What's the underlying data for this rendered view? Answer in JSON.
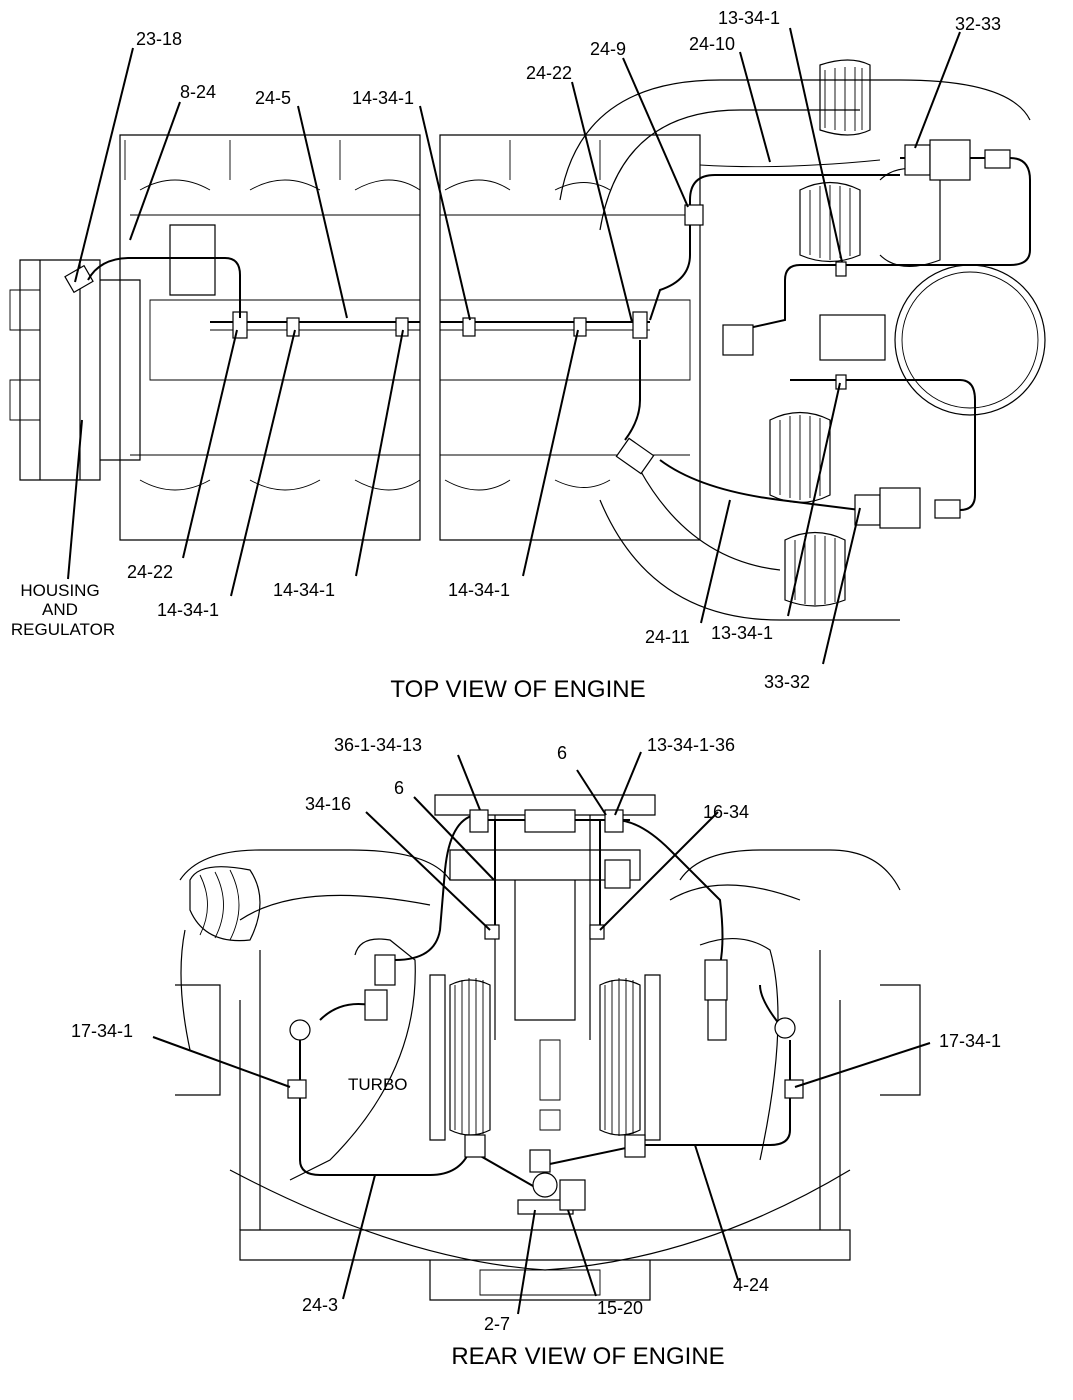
{
  "top_view": {
    "title": "TOP VIEW OF ENGINE",
    "callouts": {
      "c_23_18": "23-18",
      "c_8_24": "8-24",
      "c_24_5": "24-5",
      "c_14_34_1_top": "14-34-1",
      "c_24_22_top": "24-22",
      "c_24_9": "24-9",
      "c_24_10": "24-10",
      "c_13_34_1_top": "13-34-1",
      "c_32_33": "32-33",
      "c_24_22_bottom": "24-22",
      "c_14_34_1_a": "14-34-1",
      "c_14_34_1_b": "14-34-1",
      "c_14_34_1_c": "14-34-1",
      "c_24_11": "24-11",
      "c_13_34_1_bottom": "13-34-1",
      "c_33_32": "33-32"
    },
    "housing_label": [
      "HOUSING",
      "AND",
      "REGULATOR"
    ]
  },
  "rear_view": {
    "title": "REAR VIEW OF ENGINE",
    "turbo_label": "TURBO",
    "callouts": {
      "c_36_1_34_13": "36-1-34-13",
      "c_6_right": "6",
      "c_13_34_1_36": "13-34-1-36",
      "c_34_16": "34-16",
      "c_6_left": "6",
      "c_16_34": "16-34",
      "c_17_34_1_left": "17-34-1",
      "c_17_34_1_right": "17-34-1",
      "c_24_3": "24-3",
      "c_2_7": "2-7",
      "c_15_20": "15-20",
      "c_4_24": "4-24"
    }
  }
}
